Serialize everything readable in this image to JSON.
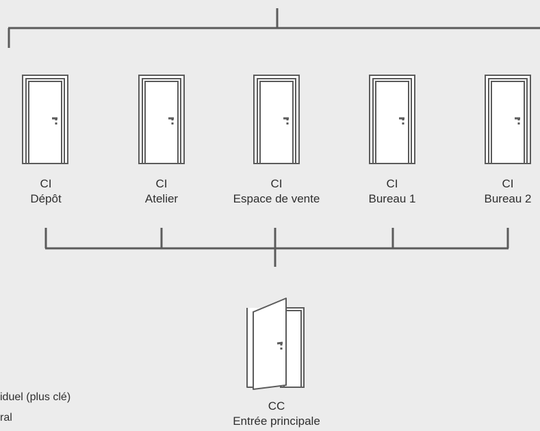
{
  "colors": {
    "background": "#ececec",
    "line": "#5b5b5b",
    "door_fill": "#ffffff",
    "text": "#2e2e2e"
  },
  "doors_top": [
    {
      "code": "CI",
      "room": "Dépôt",
      "icon": "closed-door-icon"
    },
    {
      "code": "CI",
      "room": "Atelier",
      "icon": "closed-door-icon"
    },
    {
      "code": "CI",
      "room": "Espace de vente",
      "icon": "closed-door-icon"
    },
    {
      "code": "CI",
      "room": "Bureau 1",
      "icon": "closed-door-icon"
    },
    {
      "code": "CI",
      "room": "Bureau 2",
      "icon": "closed-door-icon"
    }
  ],
  "main_door": {
    "code": "CC",
    "room": "Entrée principale",
    "icon": "open-door-icon"
  },
  "legend": {
    "line1": "iduel (plus clé)",
    "line2": "ral"
  }
}
